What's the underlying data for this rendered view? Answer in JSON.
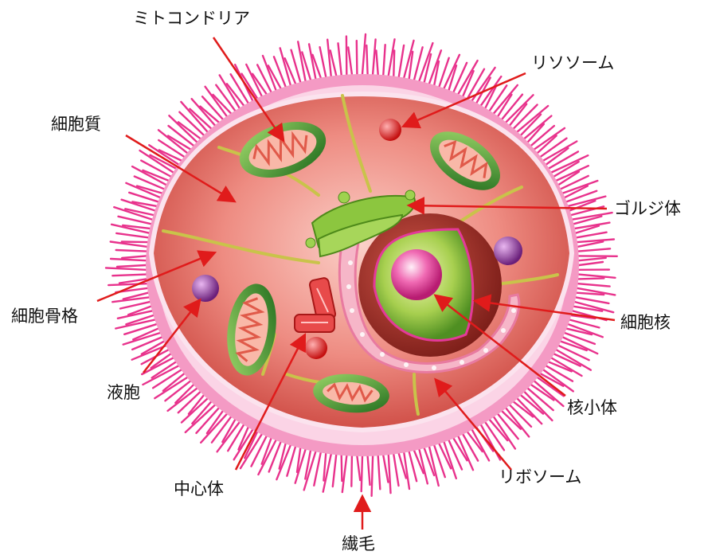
{
  "labels": {
    "mitochondria": "ミトコンドリア",
    "lysosome": "リソソーム",
    "cytoplasm": "細胞質",
    "golgi": "ゴルジ体",
    "cytoskeleton": "細胞骨格",
    "nucleus": "細胞核",
    "vacuole": "液胞",
    "nucleolus": "核小体",
    "centrosome": "中心体",
    "ribosome": "リボソーム",
    "cilia": "繊毛"
  },
  "colors": {
    "label_text": "#111111",
    "arrow": "#e01b1b",
    "cilia": "#e8328c",
    "membrane": "#f7c6dc",
    "cytoplasm": "#e36a62",
    "cytoplasm_light": "#f7b3ab",
    "nucleus_outer": "#a83228",
    "nucleus_inner": "#86b83a",
    "nucleolus": "#e8459a",
    "mitochondria_outer": "#2f8a2a",
    "golgi": "#8cc63f",
    "vacuole": "#8a2f9a",
    "lysosome": "#e02020",
    "er": "#f2a3bb"
  }
}
